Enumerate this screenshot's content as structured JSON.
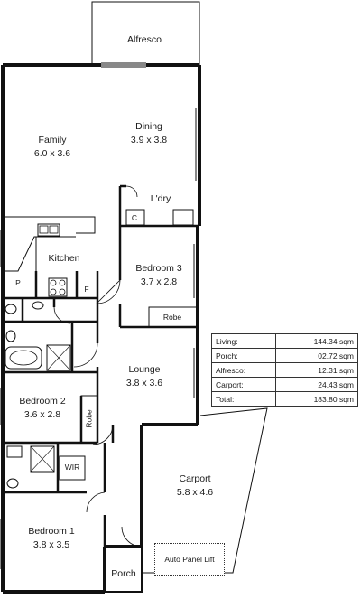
{
  "rooms": {
    "alfresco": {
      "name": "Alfresco"
    },
    "family": {
      "name": "Family",
      "size": "6.0 x 3.6"
    },
    "dining": {
      "name": "Dining",
      "size": "3.9 x 3.8"
    },
    "laundry": {
      "name": "L'dry"
    },
    "kitchen": {
      "name": "Kitchen"
    },
    "bedroom3": {
      "name": "Bedroom 3",
      "size": "3.7 x 2.8"
    },
    "lounge": {
      "name": "Lounge",
      "size": "3.8 x 3.6"
    },
    "bedroom2": {
      "name": "Bedroom 2",
      "size": "3.6 x 2.8"
    },
    "bedroom1": {
      "name": "Bedroom 1",
      "size": "3.8 x 3.5"
    },
    "carport": {
      "name": "Carport",
      "size": "5.8 x 4.6"
    },
    "porch": {
      "name": "Porch"
    }
  },
  "fixtures": {
    "c": "C",
    "p": "P",
    "f": "F",
    "robe3": "Robe",
    "robe2": "Robe",
    "wir": "WIR",
    "auto_panel_lift": "Auto Panel Lift"
  },
  "areas": [
    {
      "label": "Living:",
      "value": "144.34 sqm"
    },
    {
      "label": "Porch:",
      "value": "02.72 sqm"
    },
    {
      "label": "Alfresco:",
      "value": "12.31 sqm"
    },
    {
      "label": "Carport:",
      "value": "24.43 sqm"
    },
    {
      "label": "Total:",
      "value": "183.80 sqm"
    }
  ]
}
